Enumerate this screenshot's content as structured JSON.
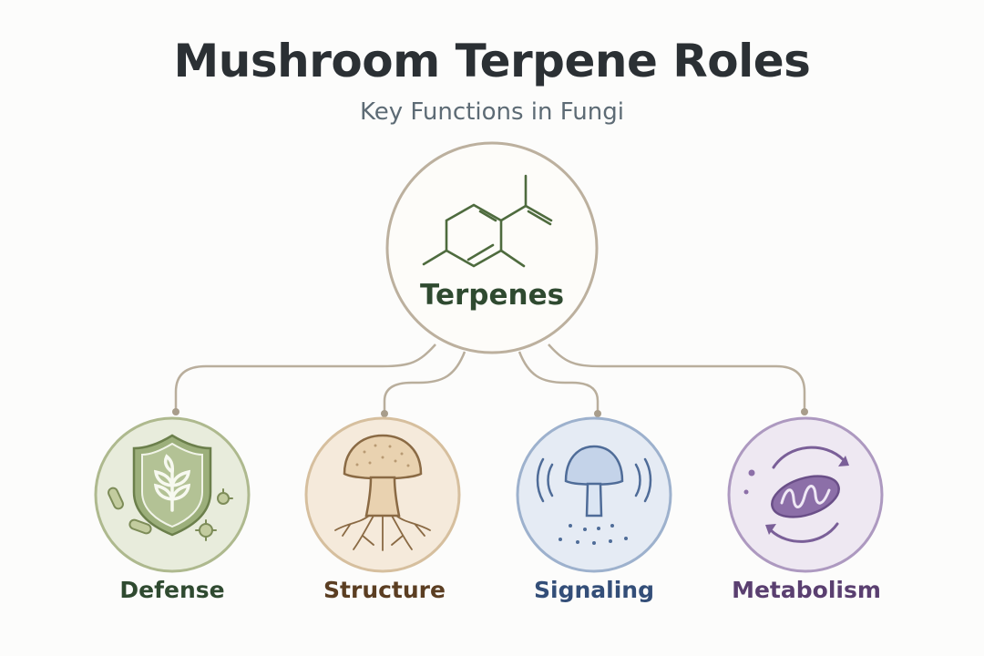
{
  "header": {
    "title": "Mushroom Terpene Roles",
    "subtitle": "Key Functions in Fungi"
  },
  "hub": {
    "label": "Terpenes",
    "icon": "terpene-molecule-icon",
    "color": "#2f4a30"
  },
  "roles": [
    {
      "label": "Defense",
      "icon": "shield-sprout-icon",
      "color": "#2f4a30"
    },
    {
      "label": "Structure",
      "icon": "mushroom-mycelium-icon",
      "color": "#5b3e22"
    },
    {
      "label": "Signaling",
      "icon": "signaling-mushroom-icon",
      "color": "#334e78"
    },
    {
      "label": "Metabolism",
      "icon": "mitochondrion-cycle-icon",
      "color": "#5a3f70"
    }
  ]
}
